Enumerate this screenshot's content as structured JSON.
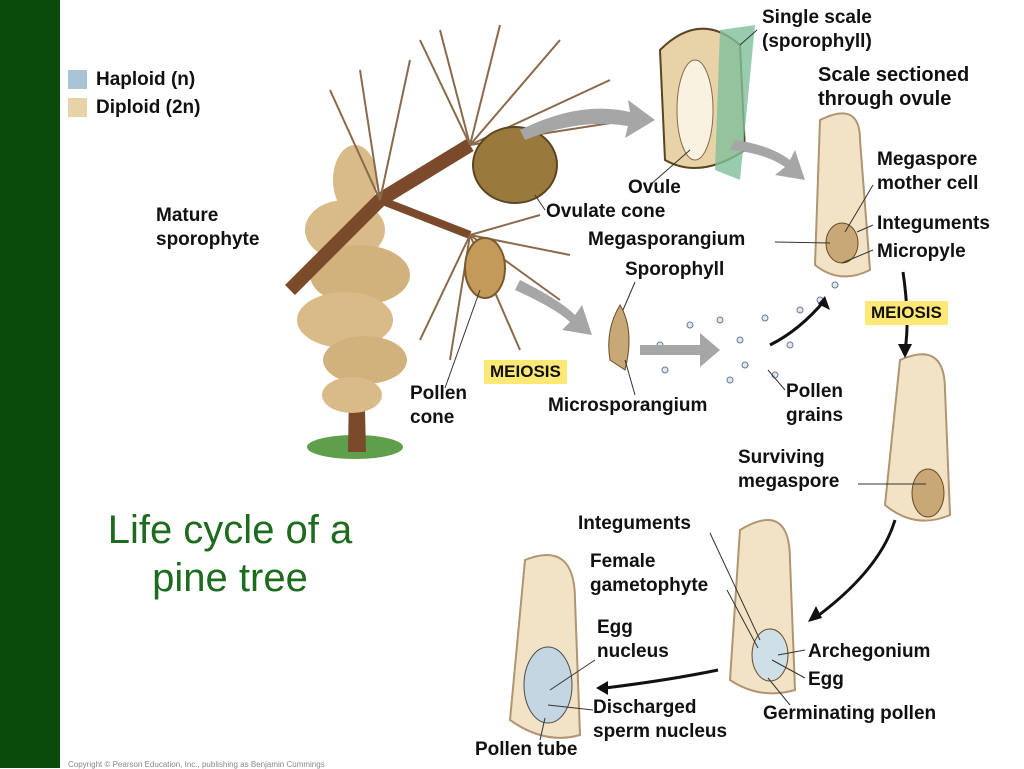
{
  "slide": {
    "title_line1": "Life cycle of a",
    "title_line2": "pine tree",
    "footer": "Copyright © Pearson Education, Inc., publishing as Benjamin Cummings"
  },
  "legend": {
    "haploid": "Haploid (n)",
    "diploid": "Diploid (2n)",
    "haploid_color": "#a9c4d6",
    "diploid_color": "#e8d2a8"
  },
  "colors": {
    "sidebar": "#0a4a0a",
    "title": "#1d6b1d",
    "meiosis_bg": "#ffe873",
    "arrow_gray": "#a6a6a6"
  },
  "labels": {
    "single_scale_1": "Single scale",
    "single_scale_2": "(sporophyll)",
    "scale_sectioned_1": "Scale sectioned",
    "scale_sectioned_2": "through ovule",
    "megaspore_mother_1": "Megaspore",
    "megaspore_mother_2": "mother cell",
    "integuments_top": "Integuments",
    "micropyle": "Micropyle",
    "megasporangium": "Megasporangium",
    "ovule": "Ovule",
    "ovulate_cone": "Ovulate cone",
    "mature_sporophyte_1": "Mature",
    "mature_sporophyte_2": "sporophyte",
    "sporophyll": "Sporophyll",
    "meiosis_left": "MEIOSIS",
    "meiosis_right": "MEIOSIS",
    "pollen_cone_1": "Pollen",
    "pollen_cone_2": "cone",
    "microsporangium": "Microsporangium",
    "pollen_grains_1": "Pollen",
    "pollen_grains_2": "grains",
    "surviving_1": "Surviving",
    "surviving_2": "megaspore",
    "integuments_bottom": "Integuments",
    "female_gam_1": "Female",
    "female_gam_2": "gametophyte",
    "egg_nucleus_1": "Egg",
    "egg_nucleus_2": "nucleus",
    "archegonium": "Archegonium",
    "egg": "Egg",
    "germinating_pollen": "Germinating pollen",
    "discharged_1": "Discharged",
    "discharged_2": "sperm nucleus",
    "pollen_tube": "Pollen tube"
  }
}
